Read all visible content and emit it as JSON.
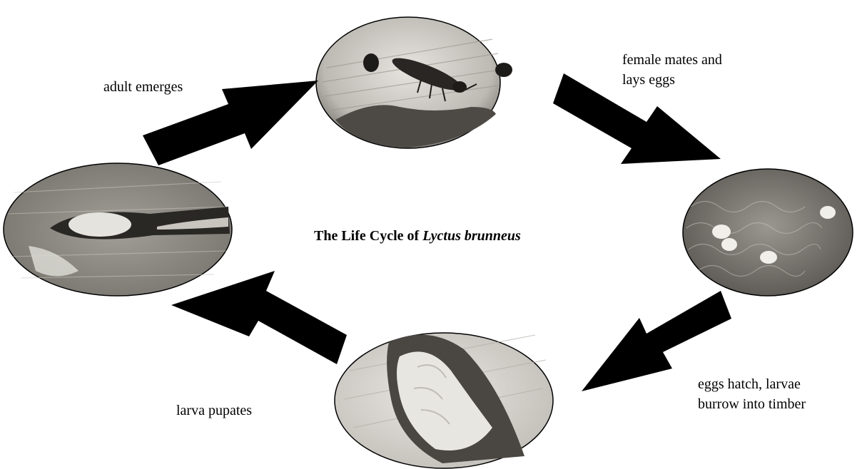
{
  "diagram": {
    "title_prefix": "The Life Cycle of ",
    "title_species": "Lyctus brunneus",
    "stages": [
      {
        "id": "adult",
        "image": "adult-beetle-on-timber"
      },
      {
        "id": "eggs",
        "image": "eggs-in-wood-fibres"
      },
      {
        "id": "larva",
        "image": "larva-in-burrow"
      },
      {
        "id": "pupa",
        "image": "pupa-in-tunnel"
      }
    ],
    "transitions": [
      {
        "from": "pupa",
        "to": "adult",
        "label_lines": [
          "adult emerges"
        ]
      },
      {
        "from": "adult",
        "to": "eggs",
        "label_lines": [
          "female mates and",
          "lays eggs"
        ]
      },
      {
        "from": "eggs",
        "to": "larva",
        "label_lines": [
          "eggs hatch, larvae",
          "burrow into timber"
        ]
      },
      {
        "from": "larva",
        "to": "pupa",
        "label_lines": [
          "larva pupates"
        ]
      }
    ],
    "colors": {
      "arrow": "#000000",
      "photo_light": "#d8d6d1",
      "photo_dark": "#3a3834"
    }
  }
}
